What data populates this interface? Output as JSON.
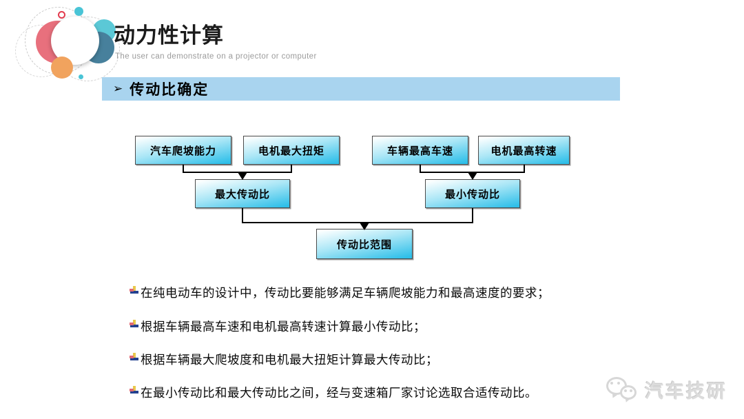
{
  "header": {
    "title": "动力性计算",
    "subtitle": "The user can demonstrate on a projector or computer"
  },
  "section": {
    "arrow": "➢",
    "title": "传动比确定"
  },
  "flowchart": {
    "nodes": {
      "n1": "汽车爬坡能力",
      "n2": "电机最大扭矩",
      "n3": "车辆最高车速",
      "n4": "电机最高转速",
      "n5": "最大传动比",
      "n6": "最小传动比",
      "n7": "传动比范围"
    }
  },
  "bullets": [
    "在纯电动车的设计中，传动比要能够满足车辆爬坡能力和最高速度的要求；",
    "根据车辆最高车速和电机最高转速计算最小传动比；",
    "根据车辆最大爬坡度和电机最大扭矩计算最大传动比；",
    "在最小传动比和最大传动比之间，经与变速箱厂家讨论选取合适传动比。"
  ],
  "watermark": {
    "brand": "汽车技研"
  },
  "colors": {
    "banner_blue": "#a9d4ef",
    "node_gradient_top": "#fdffff",
    "node_gradient_bottom": "#2ebfe9",
    "logo_pink": "#e8707d",
    "logo_steel_blue": "#47809c",
    "logo_teal": "#5bc8d6",
    "logo_orange": "#f1a35e",
    "connector_black": "#000000",
    "watermark_gray": "#dcdcdc"
  }
}
